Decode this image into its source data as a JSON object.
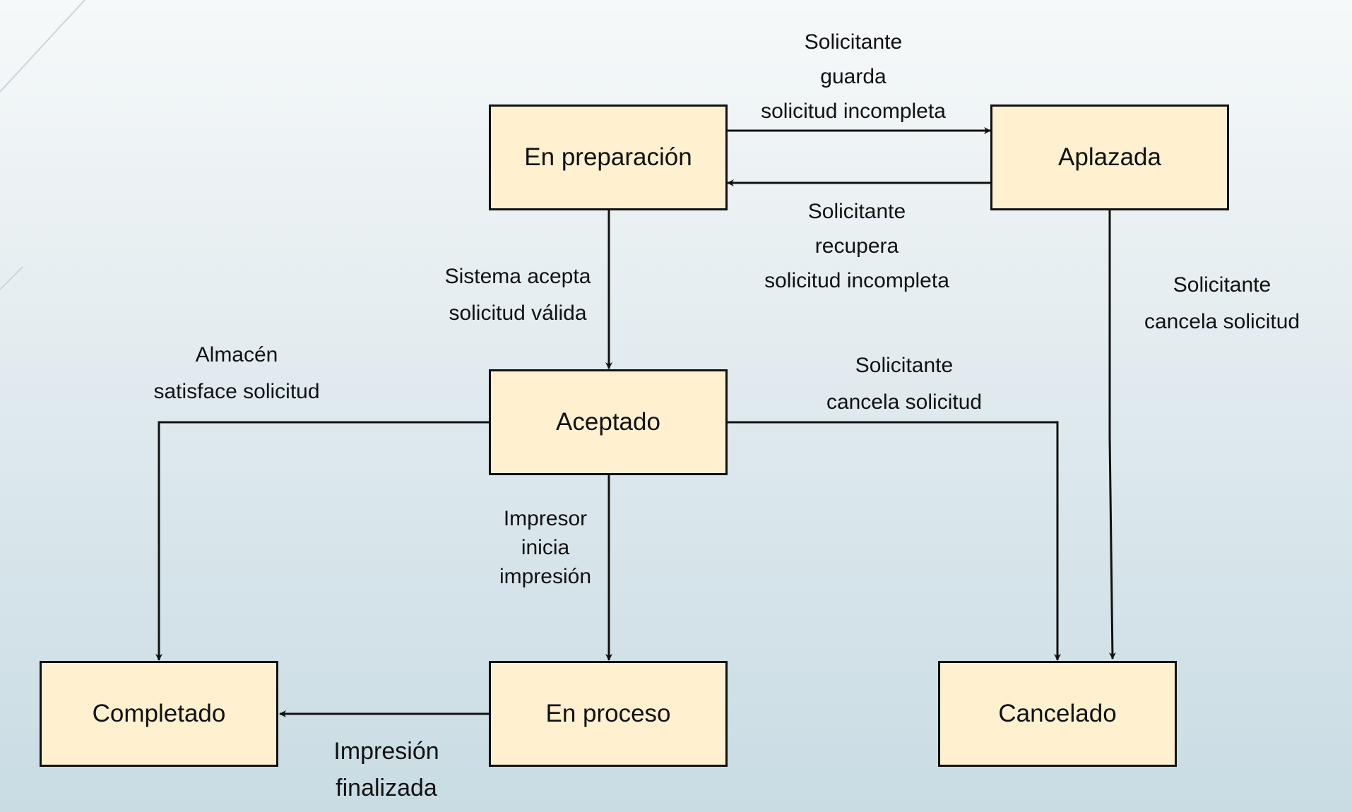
{
  "diagram": {
    "states": {
      "en_preparacion": "En preparación",
      "aplazada": "Aplazada",
      "aceptado": "Aceptado",
      "completado": "Completado",
      "en_proceso": "En proceso",
      "cancelado": "Cancelado"
    },
    "transitions": {
      "guarda": [
        "Solicitante",
        "guarda",
        "solicitud incompleta"
      ],
      "recupera": [
        "Solicitante",
        "recupera",
        "solicitud incompleta"
      ],
      "acepta": [
        "Sistema acepta",
        "solicitud válida"
      ],
      "almacen": [
        "Almacén",
        "satisface solicitud"
      ],
      "cancela_aceptado": [
        "Solicitante",
        "cancela solicitud"
      ],
      "cancela_aplazada": [
        "Solicitante",
        "cancela solicitud"
      ],
      "impresor": [
        "Impresor",
        "inicia",
        "impresión"
      ],
      "finalizada": [
        "Impresión",
        "finalizada"
      ]
    },
    "colors": {
      "state_fill": "#fff1cf",
      "stroke": "#111111"
    }
  }
}
